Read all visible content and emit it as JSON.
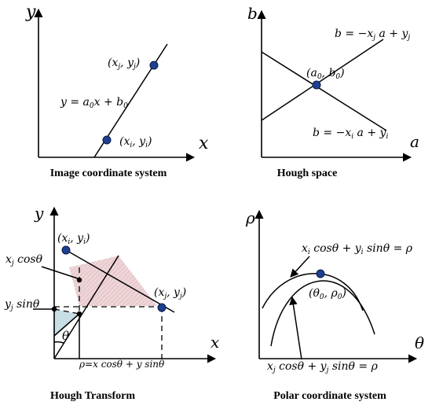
{
  "panels": {
    "image_coordinate": {
      "caption": "Image coordinate system",
      "x_axis_label": "x",
      "y_axis_label": "y",
      "point_j_label": "(x_j, y_j)",
      "point_i_label": "(x_i, y_i)",
      "line_equation": "y = a0x + b0"
    },
    "hough_space": {
      "caption": "Hough space",
      "a_axis_label": "a",
      "b_axis_label": "b",
      "line_j_equation": "b = −x_j a + y_j",
      "line_i_equation": "b = −x_i a + y_i",
      "intersection_label": "(a0, b0)"
    },
    "hough_transform": {
      "caption": "Hough Transform",
      "x_axis_label": "x",
      "y_axis_label": "y",
      "point_i_label": "(x_i, y_i)",
      "point_j_label": "(x_j, y_j)",
      "xj_cos_label": "x_j cosθ",
      "yj_sin_label": "y_j sinθ",
      "theta_label": "θ",
      "rho_equation": "ρ=x cosθ + y sinθ"
    },
    "polar": {
      "caption": "Polar coordinate system",
      "theta_axis_label": "θ",
      "rho_axis_label": "ρ",
      "curve_i_equation": "x_i cosθ + y_i sinθ = ρ",
      "curve_j_equation": "x_j cosθ + y_j sinθ = ρ",
      "intersection_label": "(θ0, ρ0)"
    }
  },
  "colors": {
    "point_fill": "#1f3f8f",
    "shade_red": "#e7c9cc",
    "shade_blue": "#c9dfe6"
  }
}
